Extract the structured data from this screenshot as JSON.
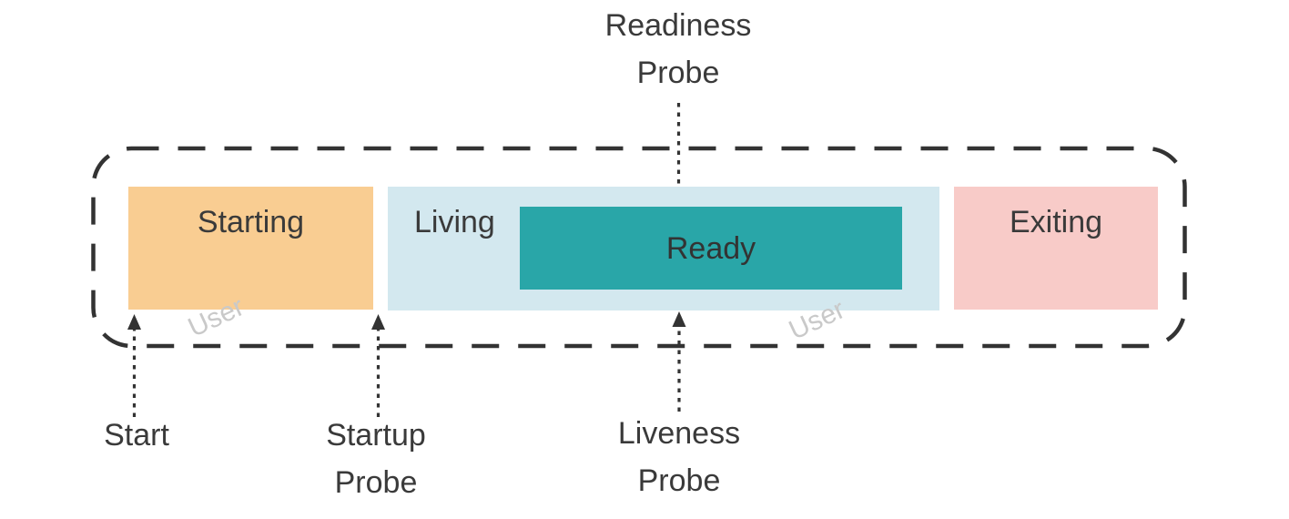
{
  "diagram": {
    "border_color": "#333333",
    "text_color": "#3A3A3A",
    "watermark_color": "#C9C9C9",
    "states": [
      {
        "label": "Starting",
        "color": "#F9CD92"
      },
      {
        "label": "Living",
        "color": "#D3E8EF"
      },
      {
        "label": "Ready",
        "color": "#29A6A8"
      },
      {
        "label": "Exiting",
        "color": "#F8CBC8"
      }
    ],
    "watermarks": [
      {
        "text": "User"
      },
      {
        "text": "User"
      }
    ],
    "annotations": {
      "readiness": {
        "line1": "Readiness",
        "line2": "Probe"
      },
      "start": {
        "line1": "Start"
      },
      "startup": {
        "line1": "Startup",
        "line2": "Probe"
      },
      "liveness": {
        "line1": "Liveness",
        "line2": "Probe"
      }
    }
  }
}
